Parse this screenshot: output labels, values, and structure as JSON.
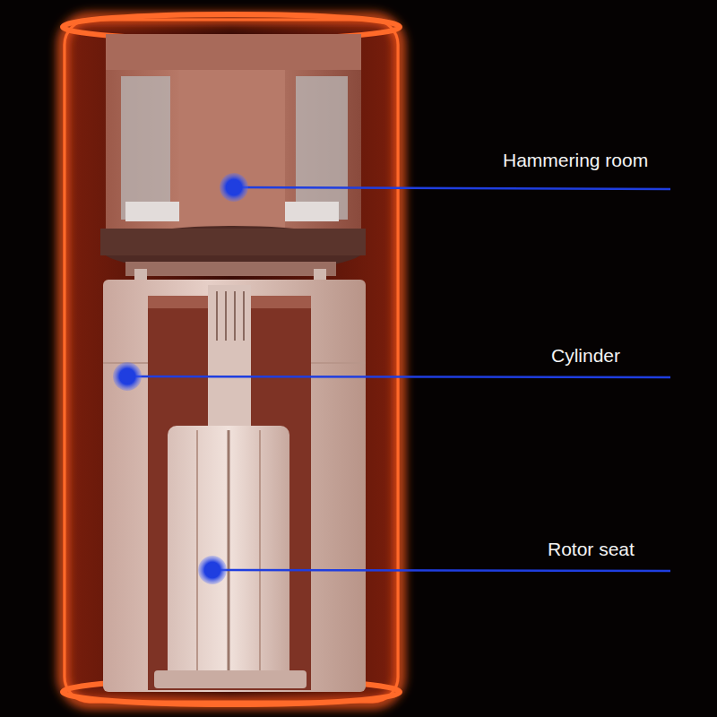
{
  "diagram": {
    "labels": [
      "Hammering room",
      "Cylinder",
      "Rotor seat"
    ]
  }
}
